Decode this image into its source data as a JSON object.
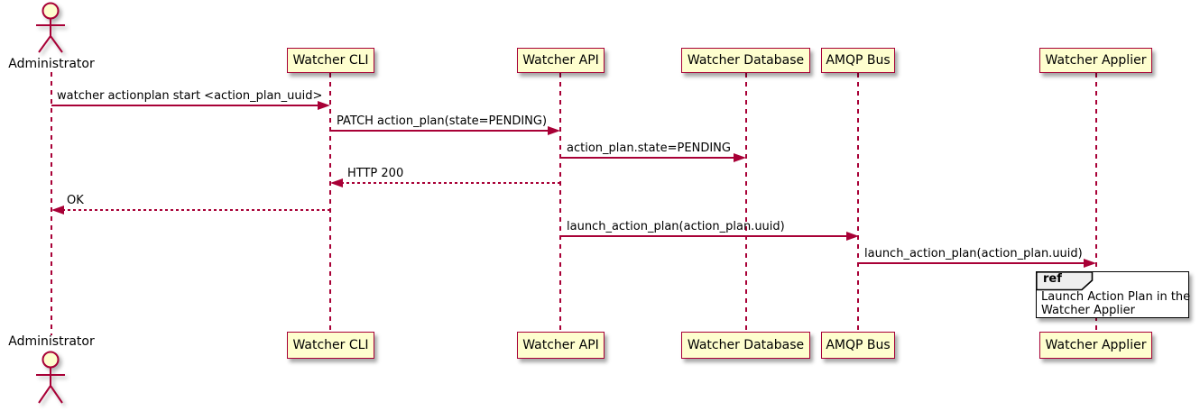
{
  "diagram_type": "uml-sequence-diagram",
  "colors": {
    "participant_fill": "#FEFECE",
    "participant_border": "#A80036",
    "lifeline": "#A80036",
    "arrow": "#A80036",
    "text": "#000000",
    "ref_border": "#000000",
    "ref_fill": "#FFFFFF",
    "ref_header_fill": "#EEEEEE",
    "background": "#FFFFFF"
  },
  "actor": {
    "name": "Administrator"
  },
  "participants": [
    {
      "label": "Watcher CLI"
    },
    {
      "label": "Watcher API"
    },
    {
      "label": "Watcher Database"
    },
    {
      "label": "AMQP Bus"
    },
    {
      "label": "Watcher Applier"
    }
  ],
  "messages": [
    {
      "from": "Administrator",
      "to": "Watcher CLI",
      "style": "solid",
      "label": "watcher actionplan start <action_plan_uuid>"
    },
    {
      "from": "Watcher CLI",
      "to": "Watcher API",
      "style": "solid",
      "label": "PATCH action_plan(state=PENDING)"
    },
    {
      "from": "Watcher API",
      "to": "Watcher Database",
      "style": "solid",
      "label": "action_plan.state=PENDING"
    },
    {
      "from": "Watcher API",
      "to": "Watcher CLI",
      "style": "dashed",
      "label": "HTTP 200"
    },
    {
      "from": "Watcher CLI",
      "to": "Administrator",
      "style": "dashed",
      "label": "OK"
    },
    {
      "from": "Watcher API",
      "to": "AMQP Bus",
      "style": "solid",
      "label": "launch_action_plan(action_plan.uuid)"
    },
    {
      "from": "AMQP Bus",
      "to": "Watcher Applier",
      "style": "solid",
      "label": "launch_action_plan(action_plan.uuid)"
    }
  ],
  "ref_fragment": {
    "keyword": "ref",
    "over": "Watcher Applier",
    "lines": [
      "Launch Action Plan in the",
      "Watcher Applier"
    ]
  }
}
